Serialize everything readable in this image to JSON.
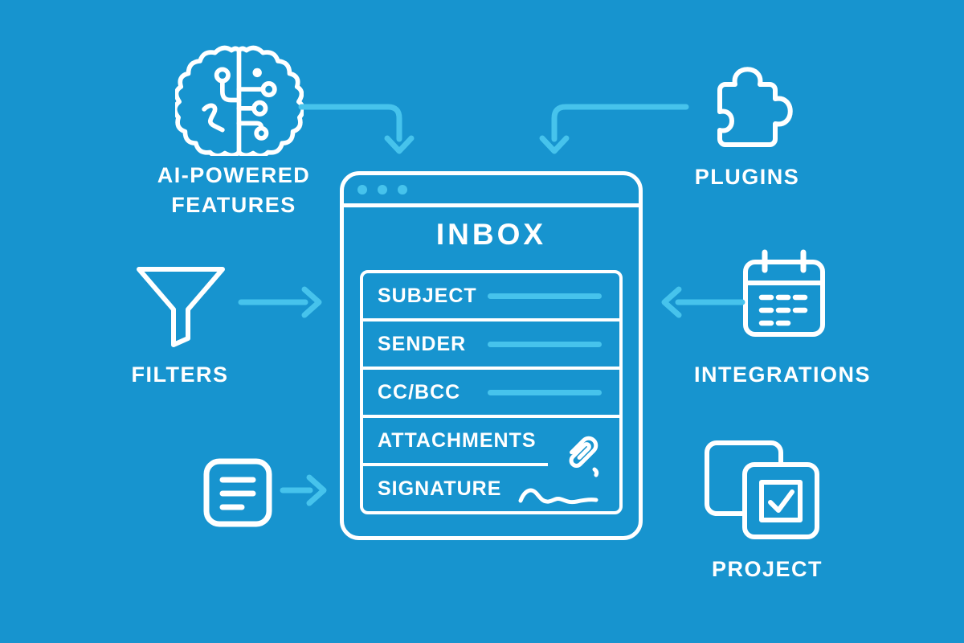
{
  "theme": {
    "background": "#1794cf",
    "stroke_white": "#ffffff",
    "accent_cyan": "#46c3ec"
  },
  "diagram": {
    "ai_features": {
      "label_line1": "AI-POWERED",
      "label_line2": "FEATURES",
      "icon": "brain-circuit-icon"
    },
    "plugins": {
      "label": "PLUGINS",
      "icon": "puzzle-piece-icon"
    },
    "filters": {
      "label": "FILTERS",
      "icon": "funnel-icon"
    },
    "integrations": {
      "label": "INTEGRATIONS",
      "icon": "calendar-icon"
    },
    "document_note": {
      "icon": "document-lines-icon"
    },
    "project": {
      "label": "PROJECT",
      "icon": "project-checkbox-icon"
    },
    "inbox": {
      "title": "INBOX",
      "window_dots_count": 3,
      "rows": [
        {
          "label": "SUBJECT"
        },
        {
          "label": "SENDER"
        },
        {
          "label": "CC/BCC"
        },
        {
          "label": "ATTACHMENTS",
          "icon": "paperclip-icon"
        },
        {
          "label": "SIGNATURE",
          "icon": "signature-squiggle-icon"
        }
      ]
    }
  }
}
